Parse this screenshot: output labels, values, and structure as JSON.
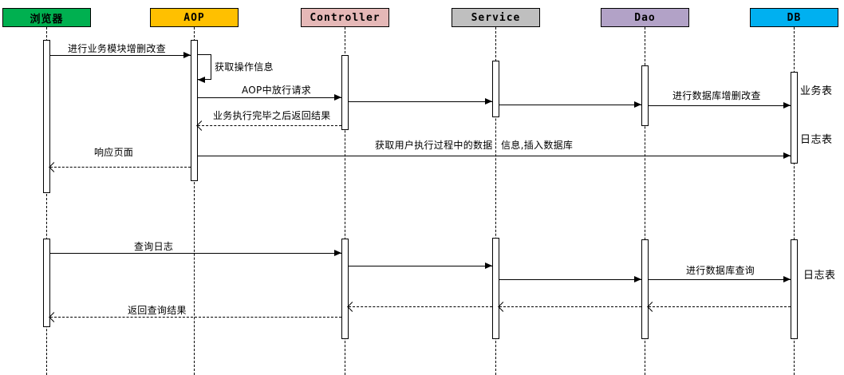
{
  "diagram": {
    "kind": "uml-sequence",
    "line_color": "#000000",
    "background": "#ffffff"
  },
  "participants": [
    {
      "id": "browser",
      "label": "浏览器",
      "fill": "#00B050"
    },
    {
      "id": "aop",
      "label": "AOP",
      "fill": "#FFC000"
    },
    {
      "id": "controller",
      "label": "Controller",
      "fill": "#E5B8B7"
    },
    {
      "id": "service",
      "label": "Service",
      "fill": "#BFBFBF"
    },
    {
      "id": "dao",
      "label": "Dao",
      "fill": "#B2A2C7"
    },
    {
      "id": "db",
      "label": "DB",
      "fill": "#00B0F0"
    }
  ],
  "messages": [
    {
      "from": "浏览器",
      "to": "AOP",
      "style": "solid",
      "label": "进行业务模块增删改查"
    },
    {
      "from": "AOP",
      "to": "AOP",
      "style": "self",
      "label": "获取操作信息"
    },
    {
      "from": "AOP",
      "to": "Controller",
      "style": "solid",
      "label": "AOP中放行请求"
    },
    {
      "from": "Controller",
      "to": "Service",
      "style": "solid",
      "label": ""
    },
    {
      "from": "Service",
      "to": "Dao",
      "style": "solid",
      "label": ""
    },
    {
      "from": "Dao",
      "to": "DB",
      "style": "solid",
      "label": "进行数据库增删改查"
    },
    {
      "from": "Controller",
      "to": "AOP",
      "style": "dashed",
      "label": "业务执行完毕之后返回结果"
    },
    {
      "from": "AOP",
      "to": "DB",
      "style": "solid",
      "label": "获取用户执行过程中的数据",
      "label2": "信息,插入数据库"
    },
    {
      "from": "AOP",
      "to": "浏览器",
      "style": "dashed",
      "label": "响应页面"
    },
    {
      "from": "浏览器",
      "to": "Controller",
      "style": "solid",
      "label": "查询日志"
    },
    {
      "from": "Controller",
      "to": "Service",
      "style": "solid",
      "label": ""
    },
    {
      "from": "Service",
      "to": "Dao",
      "style": "solid",
      "label": ""
    },
    {
      "from": "Dao",
      "to": "DB",
      "style": "solid",
      "label": "进行数据库查询"
    },
    {
      "from": "DB",
      "to": "Dao",
      "style": "dashed",
      "label": ""
    },
    {
      "from": "Dao",
      "to": "Service",
      "style": "dashed",
      "label": ""
    },
    {
      "from": "Service",
      "to": "Controller",
      "style": "dashed",
      "label": ""
    },
    {
      "from": "Controller",
      "to": "浏览器",
      "style": "dashed",
      "label": "返回查询结果"
    }
  ],
  "annotations": [
    {
      "label": "业务表"
    },
    {
      "label": "日志表"
    },
    {
      "label": "日志表"
    }
  ]
}
